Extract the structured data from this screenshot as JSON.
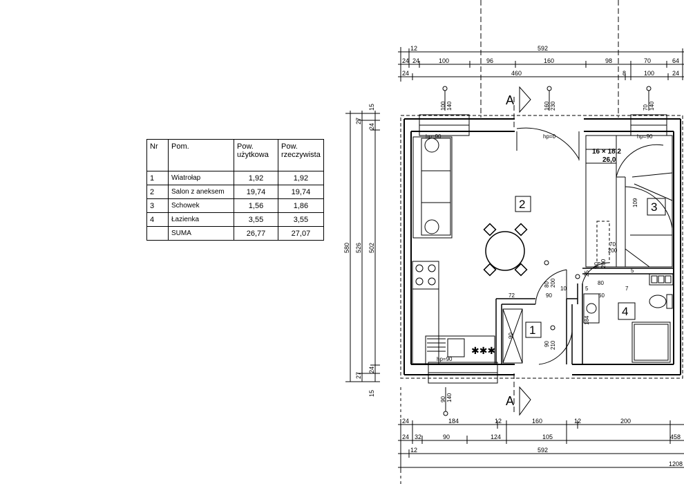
{
  "room_table": {
    "headers": [
      "Nr",
      "Pom.",
      "Pow. użytkowa",
      "Pow. rzeczywista"
    ],
    "rows": [
      {
        "nr": "1",
        "name": "Wiatrołap",
        "usable": "1,92",
        "actual": "1,92"
      },
      {
        "nr": "2",
        "name": "Salon z aneksem",
        "usable": "19,74",
        "actual": "19,74"
      },
      {
        "nr": "3",
        "name": "Schowek",
        "usable": "1,56",
        "actual": "1,86"
      },
      {
        "nr": "4",
        "name": "Łazienka",
        "usable": "3,55",
        "actual": "3,55"
      },
      {
        "nr": "",
        "name": "SUMA",
        "usable": "26,77",
        "actual": "27,07"
      }
    ]
  },
  "plan": {
    "section_label": "A",
    "room_numbers": [
      "1",
      "2",
      "3",
      "4"
    ],
    "stair_label": [
      "16 × 18,2",
      "26,0"
    ],
    "sill_labels": [
      "hp=90",
      "hp=0",
      "hp=90",
      "hp=90"
    ],
    "opening_labels": [
      "100",
      "140",
      "160",
      "230",
      "70",
      "140",
      "90",
      "140",
      "80",
      "200",
      "90",
      "210",
      "70",
      "200",
      "90",
      "200",
      "60"
    ],
    "misc_labels": [
      "72",
      "90",
      "10",
      "5",
      "80",
      "7",
      "5",
      "109",
      "25",
      "184",
      "90"
    ],
    "dims_top_row1": [
      "12",
      "592"
    ],
    "dims_top_row2": [
      "24",
      "24",
      "100",
      "96",
      "160",
      "98",
      "70",
      "64"
    ],
    "dims_top_row3": [
      "24",
      "460",
      "8",
      "100",
      "24"
    ],
    "dims_bottom_row1": [
      "24",
      "184",
      "12",
      "160",
      "12",
      "200"
    ],
    "dims_bottom_row2": [
      "24",
      "32",
      "90",
      "124",
      "105",
      "458"
    ],
    "dims_bottom_row3": [
      "12",
      "592"
    ],
    "dims_bottom_row4": [
      "1208"
    ],
    "dims_left": [
      "15",
      "27",
      "24",
      "580",
      "526",
      "502",
      "27",
      "24",
      "15"
    ]
  }
}
